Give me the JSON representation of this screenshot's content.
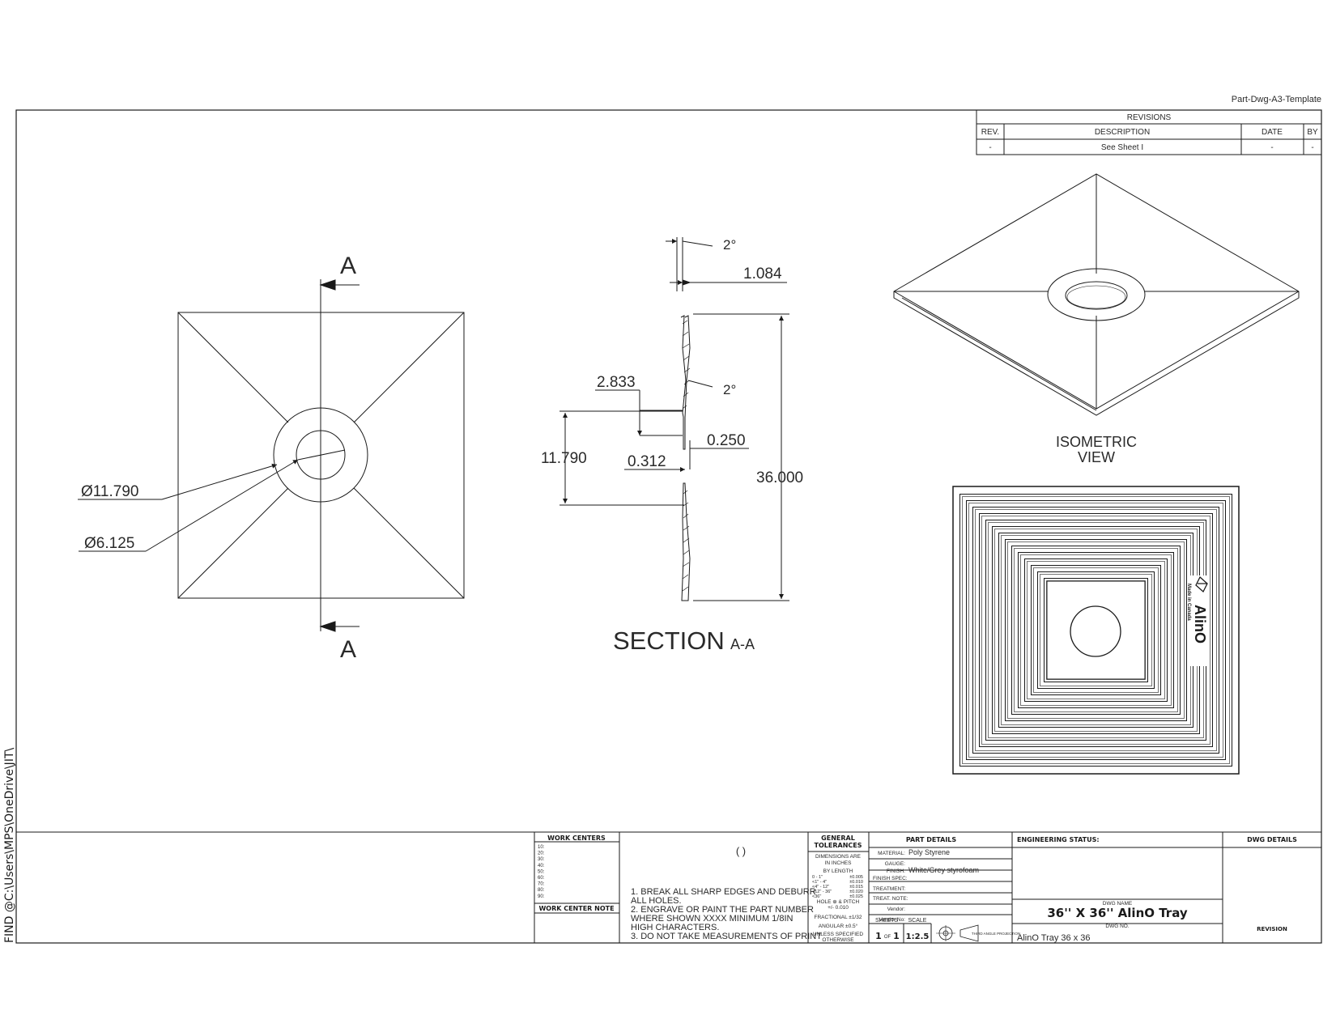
{
  "template_name": "Part-Dwg-A3-Template",
  "side_path": "FIND @C:\\Users\\MPS\\OneDrive\\JIT\\",
  "revisions": {
    "title": "REVISIONS",
    "headers": [
      "REV.",
      "DESCRIPTION",
      "DATE",
      "BY"
    ],
    "rows": [
      [
        "-",
        "See Sheet I",
        "-",
        "-"
      ]
    ]
  },
  "plan_view": {
    "section_label_top": "A",
    "section_label_bottom": "A",
    "dim_outer_diameter": "Ø11.790",
    "dim_inner_diameter": "Ø6.125"
  },
  "section_view": {
    "angle_top": "2°",
    "dim_1084": "1.084",
    "angle_mid": "2°",
    "dim_2833": "2.833",
    "dim_11790": "11.790",
    "dim_0250": "0.250",
    "dim_0312": "0.312",
    "dim_36000": "36.000",
    "title": "SECTION",
    "subtitle": "A-A"
  },
  "iso_view": {
    "title_line1": "ISOMETRIC",
    "title_line2": "VIEW"
  },
  "render_view": {
    "brand": "AlinO",
    "tagline": "Made in Canada"
  },
  "title_block": {
    "work_centers": {
      "title": "WORK CENTERS",
      "codes": [
        "10:",
        "20:",
        "30:",
        "40:",
        "50:",
        "60:",
        "70:",
        "80:",
        "90:"
      ],
      "note_title": "WORK CENTER NOTE"
    },
    "notes": {
      "paren": "(   )",
      "lines": [
        "1. BREAK ALL SHARP EDGES AND DEBURR",
        "    ALL HOLES.",
        "2. ENGRAVE OR PAINT THE PART NUMBER",
        "    WHERE SHOWN XXXX MINIMUM 1/8IN",
        "    HIGH CHARACTERS.",
        "3. DO NOT TAKE MEASUREMENTS OF PRINT"
      ]
    },
    "tolerances": {
      "title1": "GENERAL",
      "title2": "TOLERANCES",
      "dims1": "DIMENSIONS ARE",
      "dims2": "IN INCHES",
      "by_length": "BY LENGTH",
      "rows": [
        [
          "0 - 1\"",
          "±0.005"
        ],
        [
          "<1\" - 4\"",
          "±0.010"
        ],
        [
          "<4\" - 12\"",
          "±0.015"
        ],
        [
          "<12\" - 36\"",
          "±0.020"
        ],
        [
          "<36\"",
          "±0.025"
        ]
      ],
      "hole1": "HOLE ⊕ & PITCH",
      "hole2": "+/- 0.010",
      "fractional": "FRACTIONAL ±1/32",
      "angular": "ANGULAR ±0.5°",
      "unless1": "UNLESS SPECIFIED",
      "unless2": "OTHERWISE"
    },
    "part_details": {
      "title": "PART DETAILS",
      "material_label": "MATERIAL:",
      "material_value": "Poly Styrene",
      "gauge_label": "GAUGE:",
      "finish_label": "FINISH:",
      "finish_value": "White/Grey styrofoam",
      "finish_spec_label": "FINISH SPEC:",
      "treatment_label": "TREATMENT:",
      "treat_note_label": "TREAT. NOTE:",
      "vendor_label": "Vendor:",
      "vendor_no_label": "Vendor No:",
      "sheets_label": "SHEETS",
      "sheet_no": "1",
      "sheet_of": "OF",
      "sheet_total": "1",
      "scale_label": "SCALE",
      "scale_value": "1:2.5",
      "projection_label": "THIRD ANGLE PROJECTION"
    },
    "engineering": {
      "title": "ENGINEERING STATUS:",
      "dwg_name_label": "DWG NAME",
      "dwg_name": "36'' X 36'' AlinO Tray",
      "dwg_no_label": "DWG NO.",
      "dwg_no": "AlinO Tray 36 x 36"
    },
    "dwg_details": {
      "title": "DWG DETAILS",
      "revision_label": "REVISION"
    }
  }
}
